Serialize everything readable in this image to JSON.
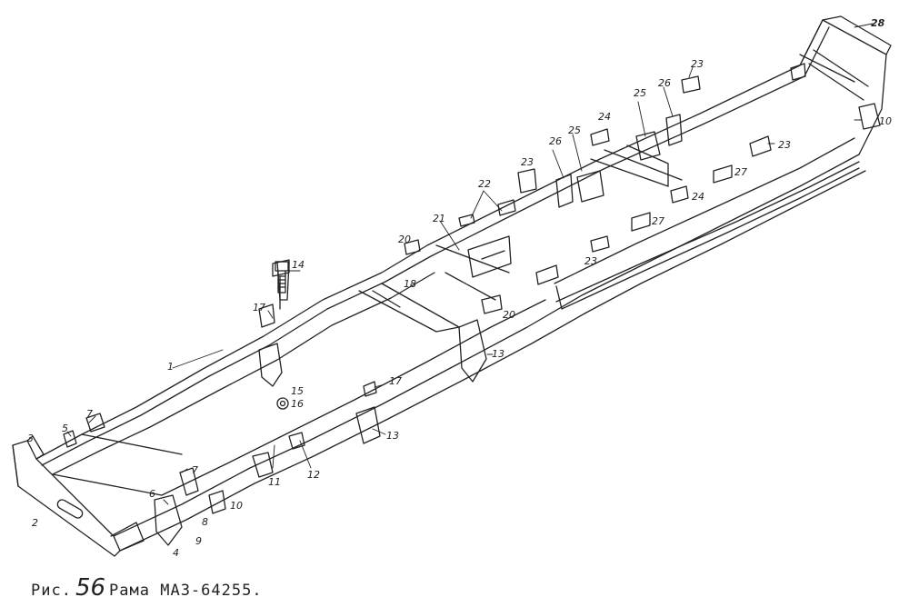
{
  "figure": {
    "caption_prefix": "Рис.",
    "caption_number": "56",
    "caption_title": "Рама МАЗ-64255."
  },
  "callouts": [
    {
      "id": "c1",
      "text": "1"
    },
    {
      "id": "c2",
      "text": "2"
    },
    {
      "id": "c3",
      "text": "3"
    },
    {
      "id": "c4",
      "text": "4"
    },
    {
      "id": "c5",
      "text": "5"
    },
    {
      "id": "c6",
      "text": "6"
    },
    {
      "id": "c7a",
      "text": "7"
    },
    {
      "id": "c7b",
      "text": "7"
    },
    {
      "id": "c8",
      "text": "8"
    },
    {
      "id": "c9",
      "text": "9"
    },
    {
      "id": "c10a",
      "text": "10"
    },
    {
      "id": "c10b",
      "text": "10"
    },
    {
      "id": "c11",
      "text": "11"
    },
    {
      "id": "c12",
      "text": "12"
    },
    {
      "id": "c13a",
      "text": "13"
    },
    {
      "id": "c13b",
      "text": "13"
    },
    {
      "id": "c14",
      "text": "14"
    },
    {
      "id": "c15",
      "text": "15"
    },
    {
      "id": "c16",
      "text": "16"
    },
    {
      "id": "c17a",
      "text": "17"
    },
    {
      "id": "c17b",
      "text": "17"
    },
    {
      "id": "c18",
      "text": "18"
    },
    {
      "id": "c20a",
      "text": "20"
    },
    {
      "id": "c20b",
      "text": "20"
    },
    {
      "id": "c21",
      "text": "21"
    },
    {
      "id": "c22",
      "text": "22"
    },
    {
      "id": "c23a",
      "text": "23"
    },
    {
      "id": "c23b",
      "text": "23"
    },
    {
      "id": "c23c",
      "text": "23"
    },
    {
      "id": "c23d",
      "text": "23"
    },
    {
      "id": "c24a",
      "text": "24"
    },
    {
      "id": "c24b",
      "text": "24"
    },
    {
      "id": "c25a",
      "text": "25"
    },
    {
      "id": "c25b",
      "text": "25"
    },
    {
      "id": "c26a",
      "text": "26"
    },
    {
      "id": "c26b",
      "text": "26"
    },
    {
      "id": "c27a",
      "text": "27"
    },
    {
      "id": "c27b",
      "text": "27"
    },
    {
      "id": "c28",
      "text": "28"
    }
  ]
}
